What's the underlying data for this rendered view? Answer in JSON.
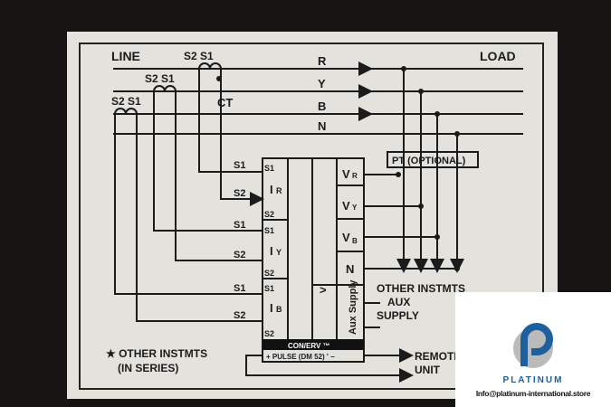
{
  "labels": {
    "line": "LINE",
    "load": "LOAD",
    "ct": "CT",
    "phases": [
      "R",
      "Y",
      "B",
      "N"
    ],
    "ct_terms": [
      "S2 S1",
      "S2 S1",
      "S2 S1"
    ],
    "inputs": [
      "S1",
      "S2",
      "S1",
      "S2",
      "S1",
      "S2"
    ],
    "meter_terms": [
      "S1",
      "S2",
      "S1",
      "S2",
      "S1",
      "S2"
    ],
    "currents": [
      "I",
      "R",
      "I",
      "Y",
      "I",
      "B"
    ],
    "voltages": [
      "V",
      "R",
      "V",
      "Y",
      "V",
      "B",
      "N"
    ],
    "aux": "Aux Supply",
    "v": ">",
    "brand": "CON/ERV ™",
    "pulse": "+ PULSE (DM 52) ' −",
    "pt": "PT (OPTIONAL)",
    "other_aux": [
      "OTHER INSTMTS",
      "AUX",
      "SUPPLY"
    ],
    "remote": [
      "REMOTE",
      "UNIT"
    ],
    "series": [
      "★ OTHER INSTMTS",
      "(IN SERIES)"
    ]
  },
  "watermark": {
    "brand": "PLATINUM",
    "email": "Info@platinum-international.store",
    "color": "#1f5f9e"
  }
}
